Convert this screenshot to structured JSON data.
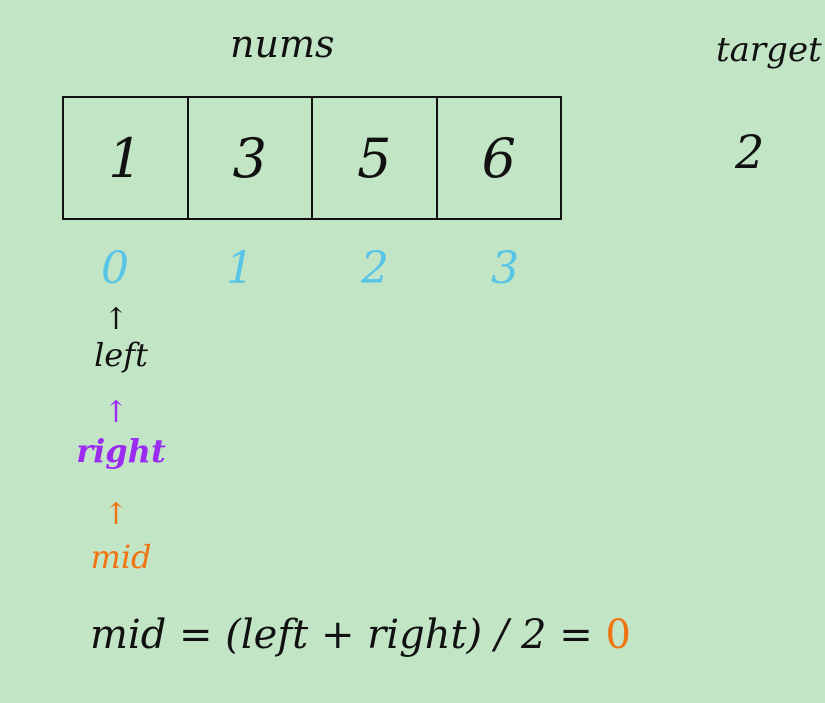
{
  "labels": {
    "array_name": "nums",
    "target_label": "target",
    "target_value": "2"
  },
  "array": {
    "values": [
      "1",
      "3",
      "5",
      "6"
    ],
    "indices": [
      "0",
      "1",
      "2",
      "3"
    ]
  },
  "pointers": {
    "left": "left",
    "right": "right",
    "mid": "mid",
    "arrow": "↑"
  },
  "formula": {
    "expression": "mid = (left + right) / 2 =",
    "result": "0"
  },
  "colors": {
    "background": "#c2e5c6",
    "ink": "#111111",
    "index": "#58c4e6",
    "left": "#111111",
    "right": "#9b2bf0",
    "mid": "#f07410"
  }
}
